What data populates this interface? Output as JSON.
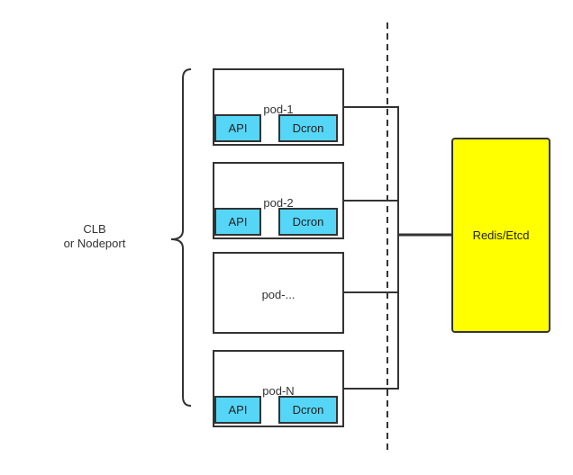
{
  "load_balancer": {
    "line1": "CLB",
    "line2": "or Nodeport"
  },
  "pods": [
    {
      "label": "pod-1",
      "components": [
        "API",
        "Dcron"
      ]
    },
    {
      "label": "pod-2",
      "components": [
        "API",
        "Dcron"
      ]
    },
    {
      "label": "pod-...",
      "components": []
    },
    {
      "label": "pod-N",
      "components": [
        "API",
        "Dcron"
      ]
    }
  ],
  "store": {
    "label": "Redis/Etcd"
  },
  "colors": {
    "component_fill": "#55d6f7",
    "store_fill": "#ffff00",
    "stroke": "#333333"
  }
}
